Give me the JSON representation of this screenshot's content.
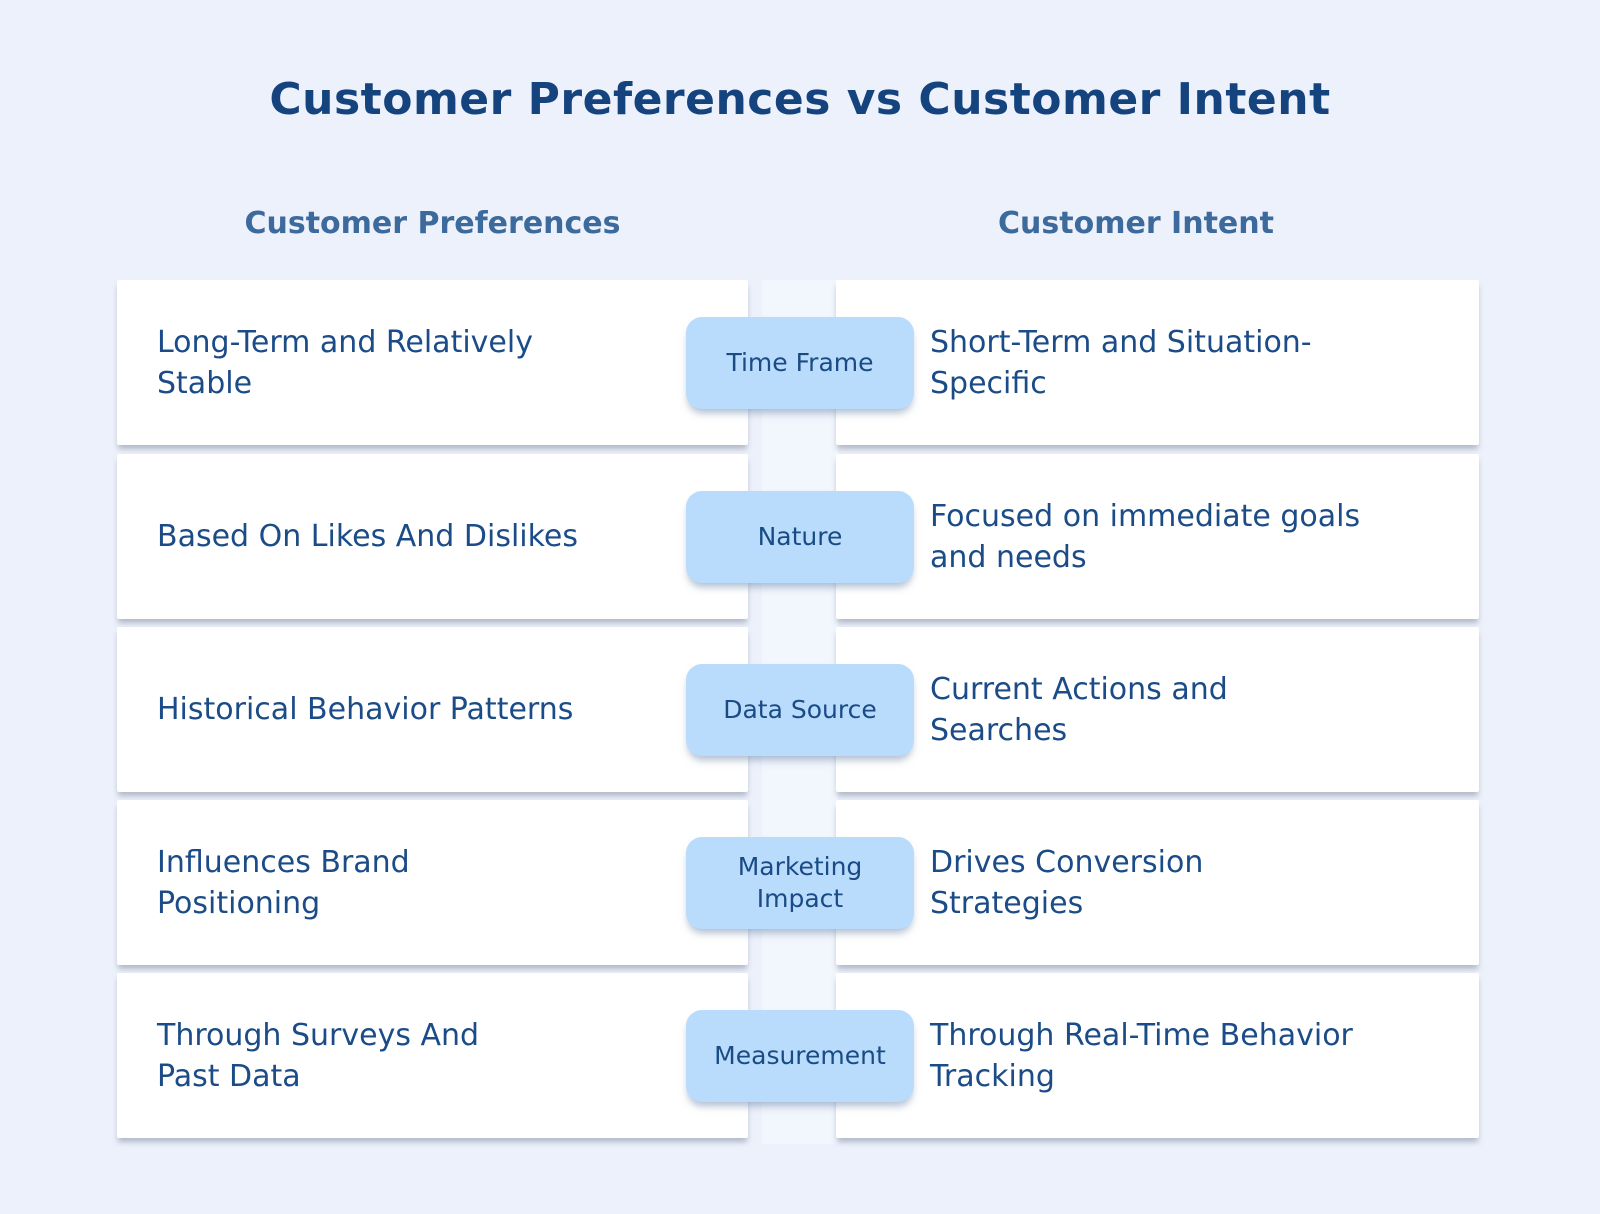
{
  "page": {
    "title": "Customer Preferences vs Customer Intent",
    "columns": {
      "left": "Customer Preferences",
      "right": "Customer Intent"
    }
  },
  "colors": {
    "background": "#EDF1FB",
    "card_background": "#FFFFFF",
    "center_spine": "#F2F6FD",
    "pill_background": "#B9DBFC",
    "pill_text": "#1A4B85",
    "title_text": "#15437E",
    "column_header_text": "#3C6A9C",
    "body_text": "#1B4C87"
  },
  "rows": [
    {
      "left": "Long-Term and Relatively\nStable",
      "pill": "Time Frame",
      "right": "Short-Term and Situation-\nSpecific"
    },
    {
      "left": "Based On Likes And Dislikes",
      "pill": "Nature",
      "right": "Focused on immediate goals\nand needs"
    },
    {
      "left": "Historical Behavior Patterns",
      "pill": "Data Source",
      "right": "Current Actions and\nSearches"
    },
    {
      "left": "Influences Brand\nPositioning",
      "pill": "Marketing\nImpact",
      "right": "Drives Conversion\nStrategies"
    },
    {
      "left": "Through Surveys And\nPast Data",
      "pill": "Measurement",
      "right": "Through Real-Time Behavior\nTracking"
    }
  ]
}
